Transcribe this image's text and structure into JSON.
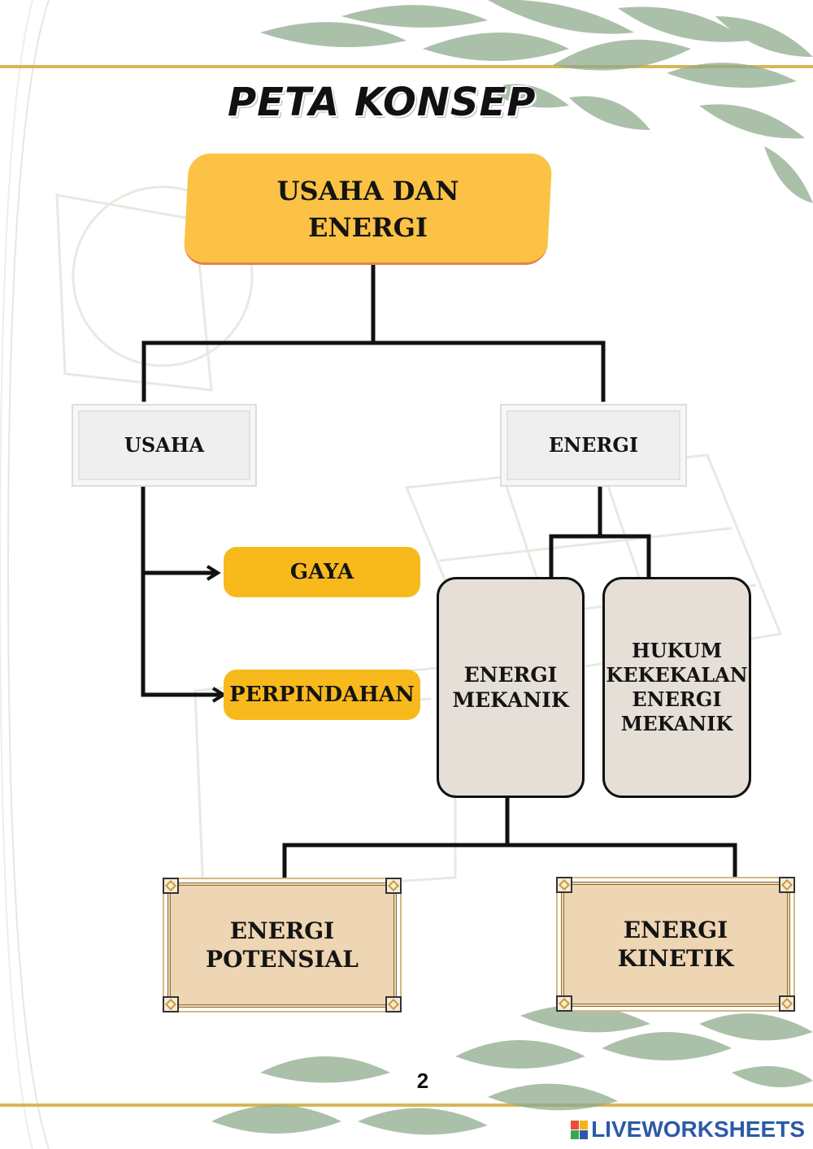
{
  "title": "PETA KONSEP",
  "nodes": {
    "root": "USAHA DAN\nENERGI",
    "usaha": "USAHA",
    "energi": "ENERGI",
    "gaya": "GAYA",
    "perpindahan": "PERPINDAHAN",
    "energi_mekanik": "ENERGI\nMEKANIK",
    "hukum_kekekalan": "HUKUM\nKEKEKALAN\nENERGI\nMEKANIK",
    "energi_potensial": "ENERGI\nPOTENSIAL",
    "energi_kinetik": "ENERGI\nKINETIK"
  },
  "footer": {
    "page_number": "2",
    "brand": "LIVEWORKSHEETS"
  },
  "colors": {
    "main_box": "#fbc245",
    "pill": "#f8b91d",
    "tan_box": "#e6dfd8",
    "frame_box": "#eed5b3",
    "gold_line": "#d8b657",
    "leaf": "#8fab8d",
    "brand": "#2d5aa6"
  },
  "icons": [
    "leaf-decoration-icon",
    "solar-panel-sketch-icon",
    "liveworksheets-logo-icon"
  ]
}
